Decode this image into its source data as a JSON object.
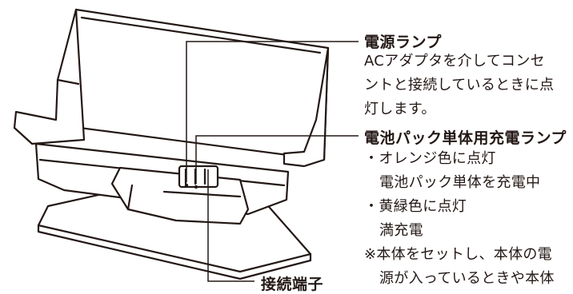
{
  "power_lamp": {
    "title": "電源ランプ",
    "description": [
      "ACアダプタを介してコンセ",
      "ントと接続しているときに点",
      "灯します。"
    ]
  },
  "battery_lamp": {
    "title": "電池パック単体用充電ランプ",
    "items": [
      {
        "bullet": "・",
        "state": "オレンジ色に点灯",
        "meaning": "電池パック単体を充電中"
      },
      {
        "bullet": "・",
        "state": "黄緑色に点灯",
        "meaning": "満充電"
      }
    ],
    "note": [
      "※本体をセットし、本体の電",
      "源が入っているときや本体"
    ]
  },
  "terminal": {
    "title": "接続端子"
  },
  "colors": {
    "ink": "#231815",
    "line": "#231815",
    "fill": "#ffffff"
  }
}
